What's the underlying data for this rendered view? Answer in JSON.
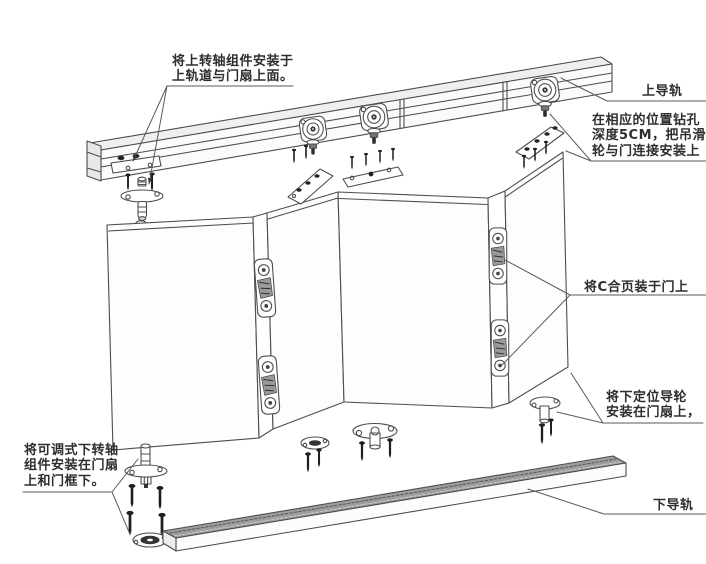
{
  "colors": {
    "line": "#4d4d4d",
    "text": "#2e2e2e",
    "dark_part": "#1f1f1f",
    "rail_hatch": "#9d9d9d",
    "background": "#ffffff"
  },
  "annotations": {
    "upper_pivot": {
      "lines": [
        "将上转轴组件安装于",
        "上轨道与门扇上面。"
      ]
    },
    "upper_rail": {
      "label": "上导轨"
    },
    "drill": {
      "lines": [
        "在相应的位置钻孔",
        "深度5CM，把吊滑",
        "轮与门连接安装上"
      ]
    },
    "hinge": {
      "label": "将C合页装于门上"
    },
    "lower_guide": {
      "lines": [
        "将下定位导轮",
        "安装在门扇上，"
      ]
    },
    "lower_rail": {
      "label": "下导轨"
    },
    "lower_pivot": {
      "lines": [
        "将可调式下转轴",
        "组件安装在门扇",
        "上和门框下。"
      ]
    }
  }
}
